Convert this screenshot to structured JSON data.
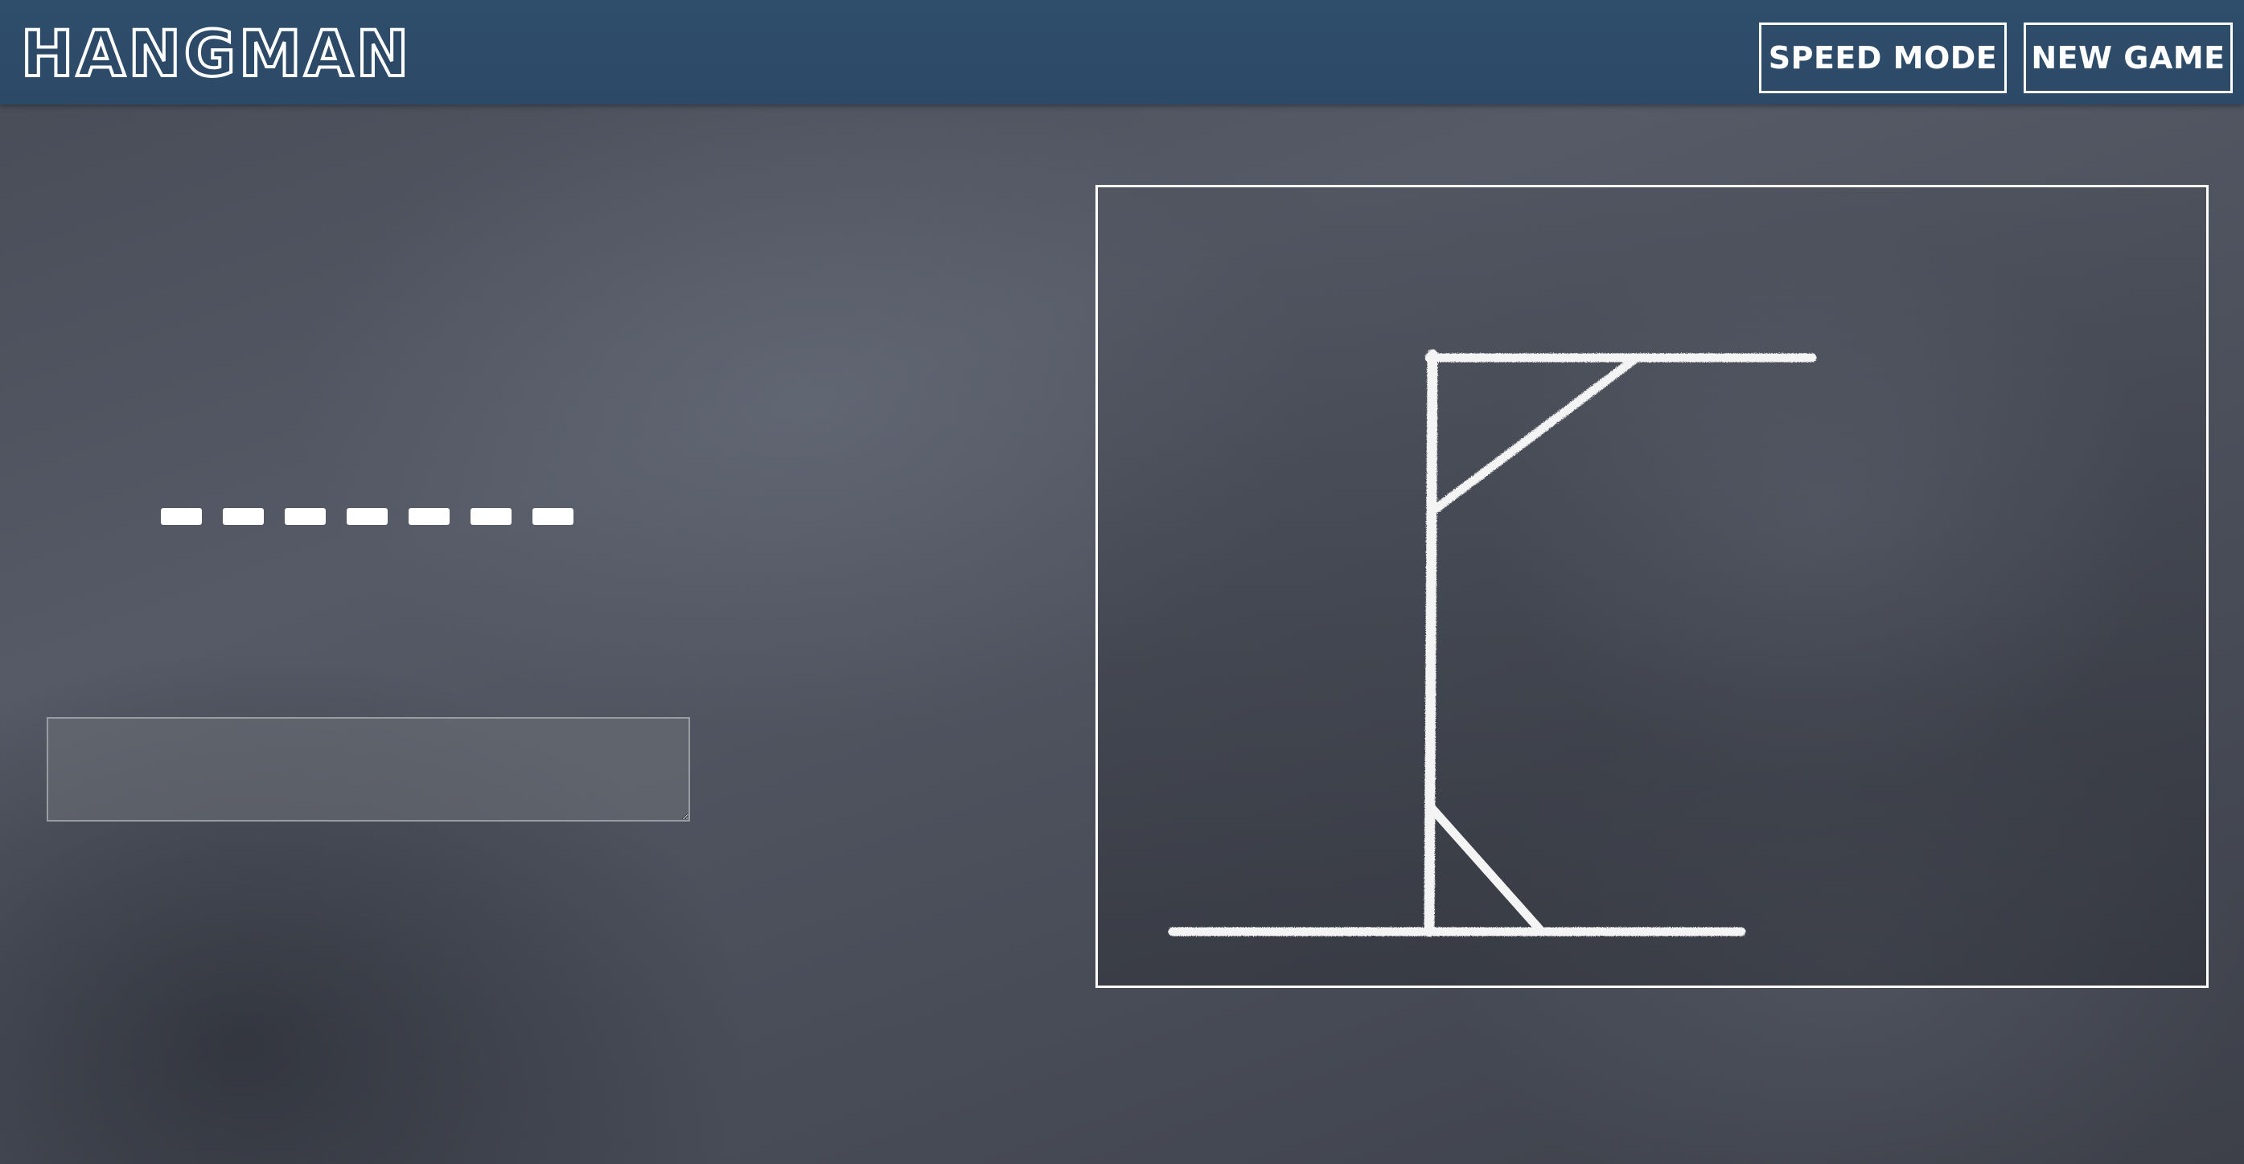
{
  "header": {
    "logo": "HANGMAN",
    "speed_mode_label": "SPEED MODE",
    "new_game_label": "NEW GAME"
  },
  "game": {
    "word_length": 7,
    "revealed_letters": [
      "",
      "",
      "",
      "",
      "",
      "",
      ""
    ],
    "guess_input_value": "",
    "wrong_guesses": 0,
    "gallows_parts_drawn": [
      "base",
      "pole",
      "beam",
      "top-brace",
      "bottom-brace"
    ]
  },
  "colors": {
    "header_bg": "#2c4a67",
    "board_bg": "#4b4f5a",
    "chalk": "#ffffff"
  }
}
